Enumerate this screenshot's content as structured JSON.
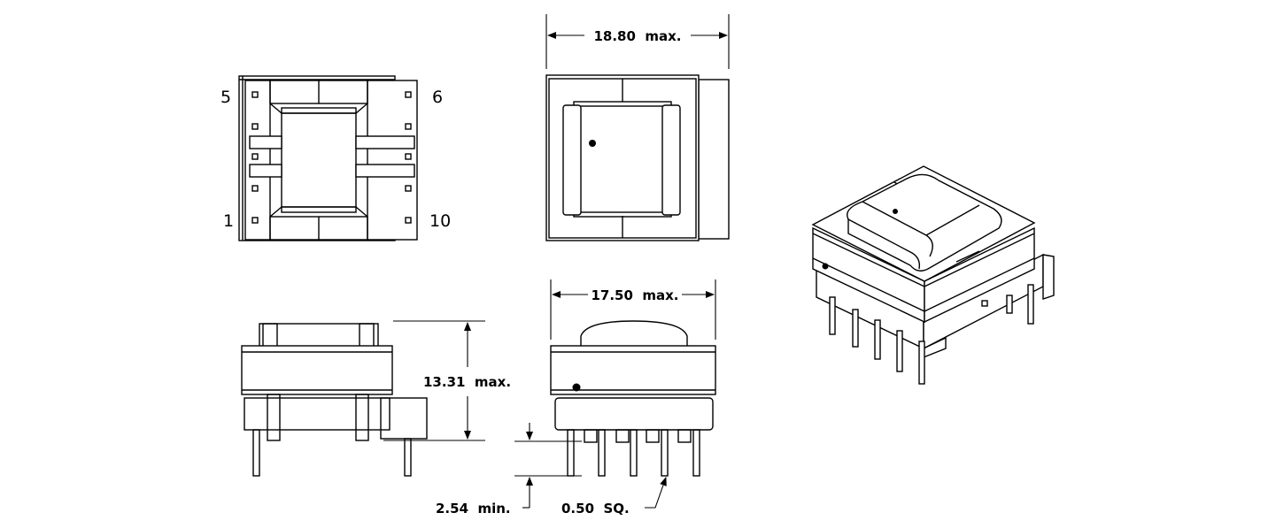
{
  "pins": {
    "top_left": "5",
    "top_right": "6",
    "bottom_left": "1",
    "bottom_right": "10"
  },
  "dimensions": {
    "width_top": "18.80  max.",
    "width_front": "17.50  max.",
    "height": "13.31  max.",
    "pin_length": "2.54  min.",
    "pin_size": "0.50  SQ."
  }
}
